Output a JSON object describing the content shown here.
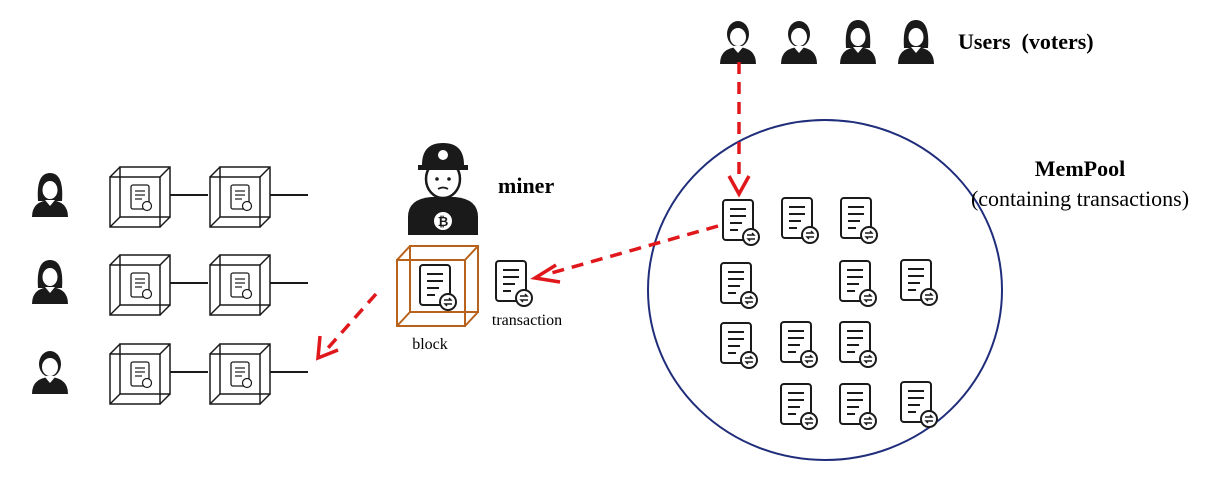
{
  "labels": {
    "users": "Users  (voters)",
    "mempool_title": "MemPool",
    "mempool_subtitle": "(containing transactions)",
    "miner": "miner",
    "block": "block",
    "transaction": "transaction"
  },
  "colors": {
    "arrow": "#e0181c",
    "mempool_border": "#1f2d7a",
    "miner_block": "#b8621b",
    "ink": "#1a1a1a"
  },
  "icons": {
    "voter": "person-icon",
    "node": "person-icon",
    "miner": "miner-icon",
    "transaction": "transaction-doc-icon",
    "block": "block-cube-icon"
  }
}
